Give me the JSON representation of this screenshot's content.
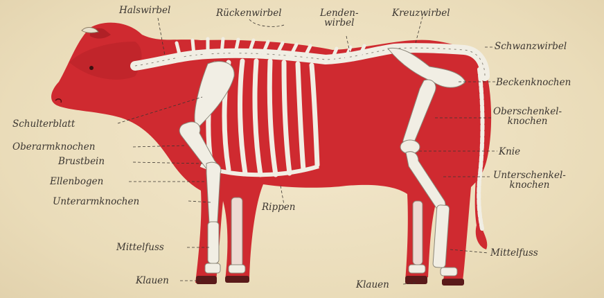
{
  "labels": {
    "halswirbel": "Halswirbel",
    "rueckenwirbel": "Rückenwirbel",
    "lendenwirbel_1": "Lenden-",
    "lendenwirbel_2": "wirbel",
    "kreuzwirbel": "Kreuzwirbel",
    "schwanzwirbel": "Schwanzwirbel",
    "beckenknochen": "Beckenknochen",
    "oberschenkel_1": "Oberschenkel-",
    "oberschenkel_2": "knochen",
    "knie": "Knie",
    "unterschenkel_1": "Unterschenkel-",
    "unterschenkel_2": "knochen",
    "mittelfuss_hinten": "Mittelfuss",
    "klauen_hinten": "Klauen",
    "rippen": "Rippen",
    "schulterblatt": "Schulterblatt",
    "oberarmknochen": "Oberarmknochen",
    "brustbein": "Brustbein",
    "ellenbogen": "Ellenbogen",
    "unterarmknochen": "Unterarmknochen",
    "mittelfuss_vorne": "Mittelfuss",
    "klauen_vorne": "Klauen"
  },
  "colors": {
    "paper": "#efe3c6",
    "body_red": "#cf2a30",
    "bone": "#f1eee4",
    "ink": "#3a3530"
  }
}
